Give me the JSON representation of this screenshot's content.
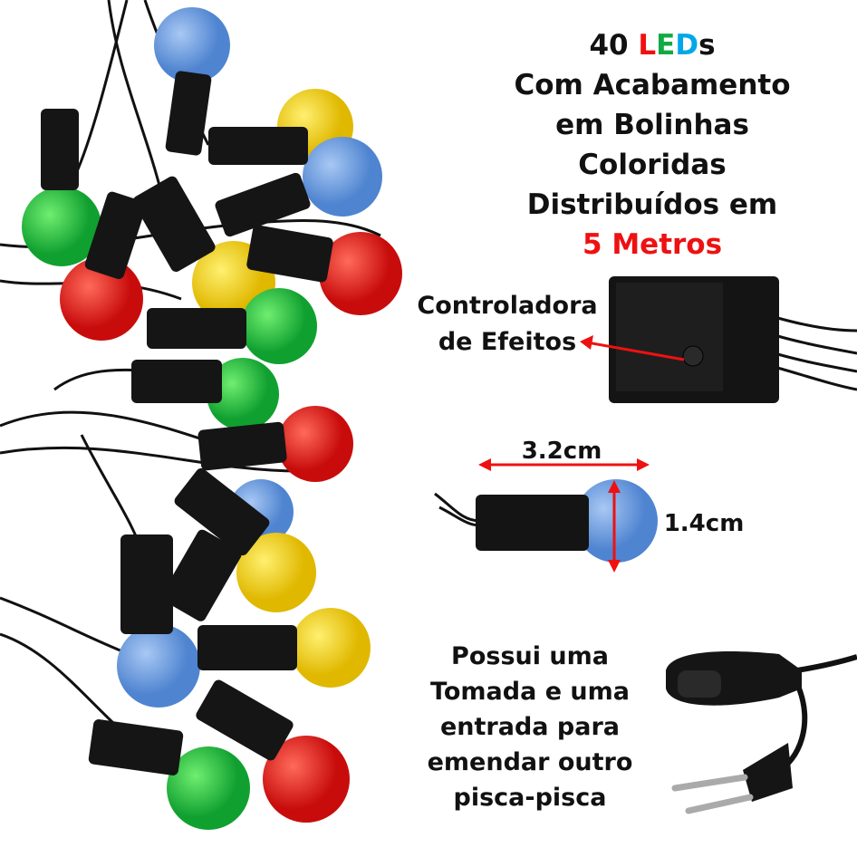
{
  "title": {
    "count": "40",
    "led_l": "L",
    "led_e": "E",
    "led_d": "D",
    "led_s": "s",
    "line2": "Com Acabamento",
    "line3": "em Bolinhas",
    "line4": "Coloridas",
    "line5": "Distribuídos em",
    "line6": "5 Metros"
  },
  "controller": {
    "line1": "Controladora",
    "line2": "de Efeitos"
  },
  "dimensions": {
    "length": "3.2cm",
    "diameter": "1.4cm"
  },
  "plug": {
    "line1": "Possui uma",
    "line2": "Tomada e uma",
    "line3": "entrada para",
    "line4": "emendar outro",
    "line5": "pisca-pisca"
  },
  "colors": {
    "red": "#ee1111",
    "green": "#11aa44",
    "blue": "#00a8e8",
    "bulb_blue": "#6c9fe0",
    "bulb_yellow": "#f2d21a",
    "bulb_red": "#e81f1f",
    "bulb_green": "#22c244"
  }
}
